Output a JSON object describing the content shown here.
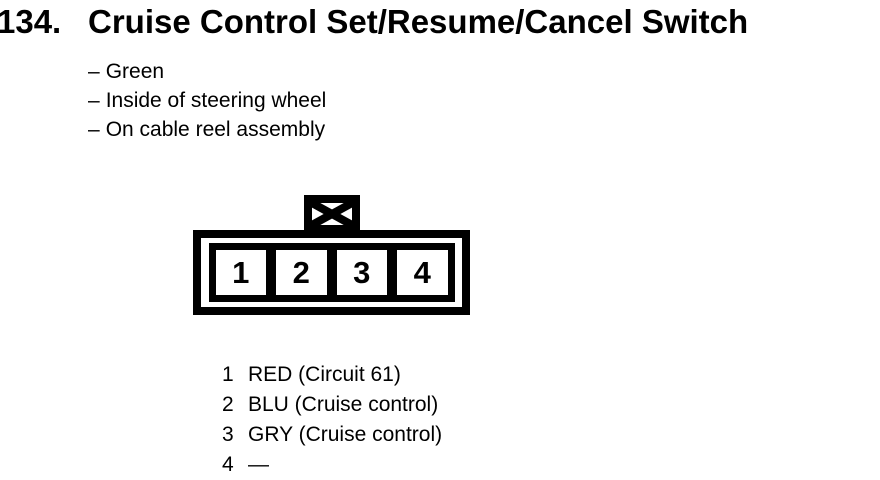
{
  "page": {
    "background": "#ffffff",
    "ink": "#000000"
  },
  "title": {
    "number": "134.",
    "text": "Cruise Control Set/Resume/Cancel Switch"
  },
  "notes": {
    "dash": "–",
    "items": [
      "Green",
      "Inside of steering wheel",
      "On cable reel assembly"
    ]
  },
  "connector": {
    "keyway_icon": "boxed-x-icon",
    "cells": [
      "1",
      "2",
      "3",
      "4"
    ]
  },
  "pins": [
    {
      "number": "1",
      "label": "RED (Circuit 61)"
    },
    {
      "number": "2",
      "label": "BLU (Cruise control)"
    },
    {
      "number": "3",
      "label": "GRY (Cruise control)"
    },
    {
      "number": "4",
      "label": "—"
    }
  ]
}
